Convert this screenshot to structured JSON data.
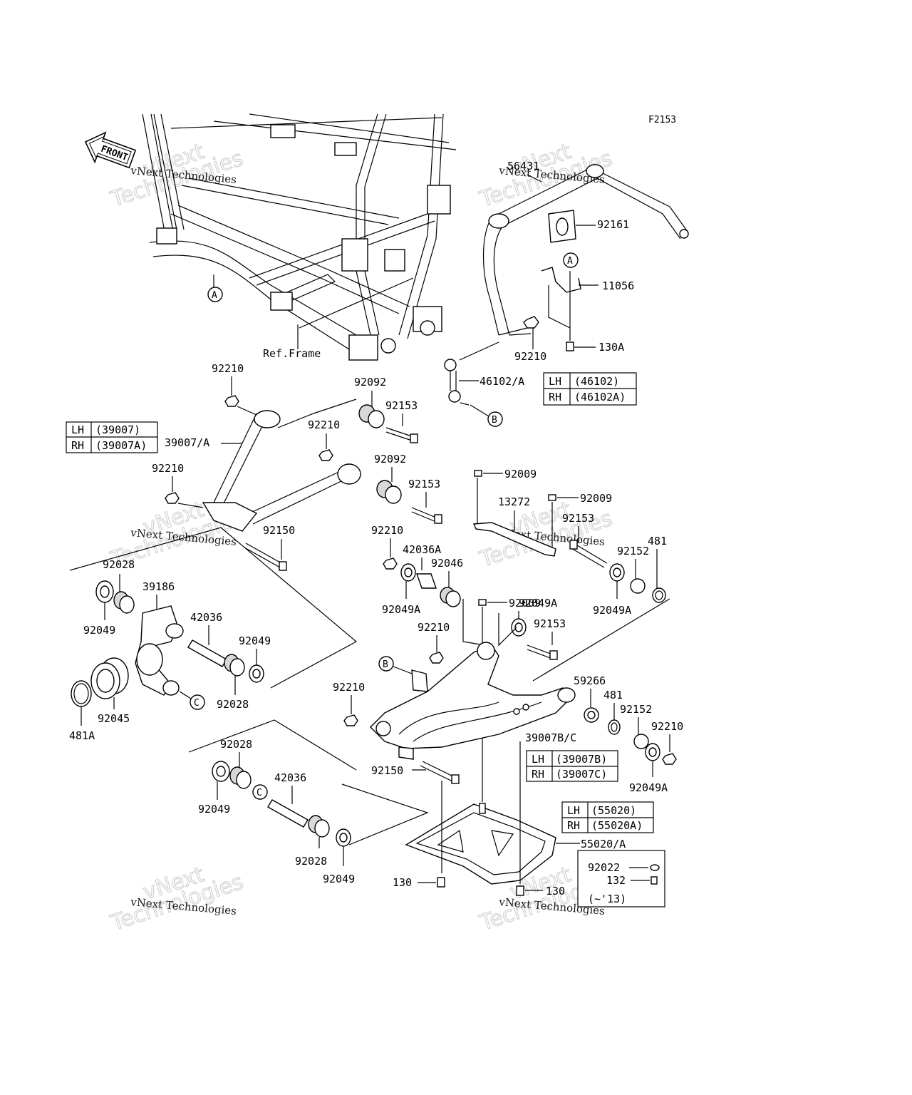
{
  "figure_code": "F2153",
  "front_label": "FRONT",
  "ref_frame": "Ref.Frame",
  "callouts": {
    "A": "A",
    "B": "B",
    "C": "C"
  },
  "watermark": {
    "line1": "vNext",
    "line2": "Technologies",
    "full": "vNext Technologies"
  },
  "labels": {
    "p56431": "56431",
    "p92161": "92161",
    "p11056": "11056",
    "p130A": "130A",
    "p92210_a": "92210",
    "p46102A": "46102/A",
    "p92210_b": "92210",
    "p92092_a": "92092",
    "p92153_a": "92153",
    "p92210_c": "92210",
    "p39007A": "39007/A",
    "p92092_b": "92092",
    "p92210_d": "92210",
    "p92153_b": "92153",
    "p92150_a": "92150",
    "p92009_a": "92009",
    "p92009_b": "92009",
    "p13272": "13272",
    "p92153_c": "92153",
    "p92210_e": "92210",
    "p42036A": "42036A",
    "p92046": "92046",
    "p92152_a": "92152",
    "p481_a": "481",
    "p92049A_a": "92049A",
    "p92009_c": "92009",
    "p92049A_b": "92049A",
    "p92049A_c": "92049A",
    "p92153_d": "92153",
    "p92210_f": "92210",
    "p92028_a": "92028",
    "p39186": "39186",
    "p92049_a": "92049",
    "p42036_a": "42036",
    "p92049_b": "92049",
    "p92028_b": "92028",
    "p92045": "92045",
    "p481A": "481A",
    "p59266": "59266",
    "p481_b": "481",
    "p92152_b": "92152",
    "p92210_g": "92210",
    "p92210_h": "92210",
    "p39007BC": "39007B/C",
    "p92049A_d": "92049A",
    "p92150_b": "92150",
    "p92028_c": "92028",
    "p42036_b": "42036",
    "p92049_c": "92049",
    "p92028_d": "92028",
    "p92049_d": "92049",
    "p55020A": "55020/A",
    "p92022": "92022",
    "p132": "132",
    "p13": "(~'13)",
    "p130_a": "130",
    "p130_b": "130"
  },
  "lhrh_tables": [
    {
      "lh_side": "LH",
      "lh_part": "(46102)",
      "rh_side": "RH",
      "rh_part": "(46102A)"
    },
    {
      "lh_side": "LH",
      "lh_part": "(39007)",
      "rh_side": "RH",
      "rh_part": "(39007A)"
    },
    {
      "lh_side": "LH",
      "lh_part": "(39007B)",
      "rh_side": "RH",
      "rh_part": "(39007C)"
    },
    {
      "lh_side": "LH",
      "lh_part": "(55020)",
      "rh_side": "RH",
      "rh_part": "(55020A)"
    }
  ]
}
